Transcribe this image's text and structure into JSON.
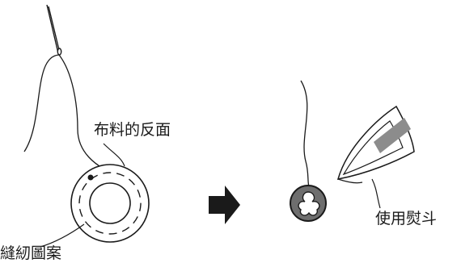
{
  "labels": {
    "fabric_back": "布料的反面",
    "embroidery_pattern": "縫紉圖案",
    "use_iron": "使用熨斗"
  },
  "icons": {
    "needle": "needle-icon",
    "arrow": "arrow-right-icon",
    "iron": "iron-icon"
  },
  "colors": {
    "line": "#1a1a1a",
    "steam_gray": "#8c8c8c",
    "pattern_fill": "#6e6e6e"
  }
}
